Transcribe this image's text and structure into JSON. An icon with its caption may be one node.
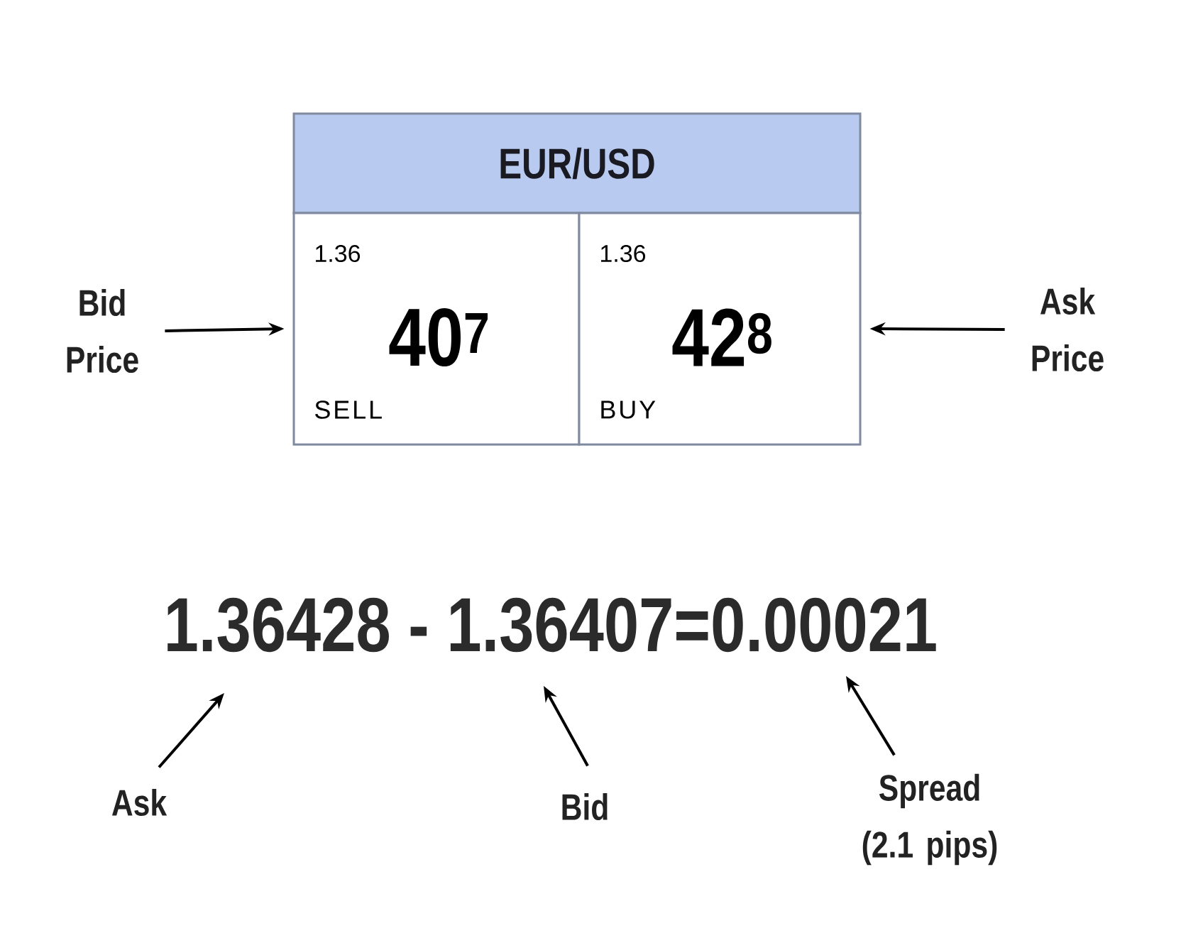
{
  "diagram": {
    "nodes": [
      {
        "text": [
          "EUR/USD"
        ]
      },
      {
        "text": [
          "1.36",
          "40$^{7}$",
          "SELL"
        ]
      },
      {
        "text": [
          "1.36",
          "42$^{8}$",
          "BUY"
        ]
      },
      {
        "text": [
          "Bid Price"
        ]
      },
      {
        "text": [
          "Ask Price"
        ]
      },
      {
        "text": [
          "Ask"
        ]
      },
      {
        "text": [
          "Bid"
        ]
      },
      {
        "text": [
          "Spread (2.1 pips)"
        ]
      }
    ],
    "edges": [
      {
        "from": 3,
        "to": 1,
        "arrow": "to"
      },
      {
        "from": 4,
        "to": 2,
        "arrow": "to"
      },
      {
        "from": 5,
        "to": null,
        "arrow": "to"
      },
      {
        "from": 6,
        "to": null,
        "arrow": "to"
      },
      {
        "from": 7,
        "to": null,
        "arrow": "to"
      }
    ],
    "labels": [
      "1.36428 - 1.36407=0.00021"
    ]
  }
}
